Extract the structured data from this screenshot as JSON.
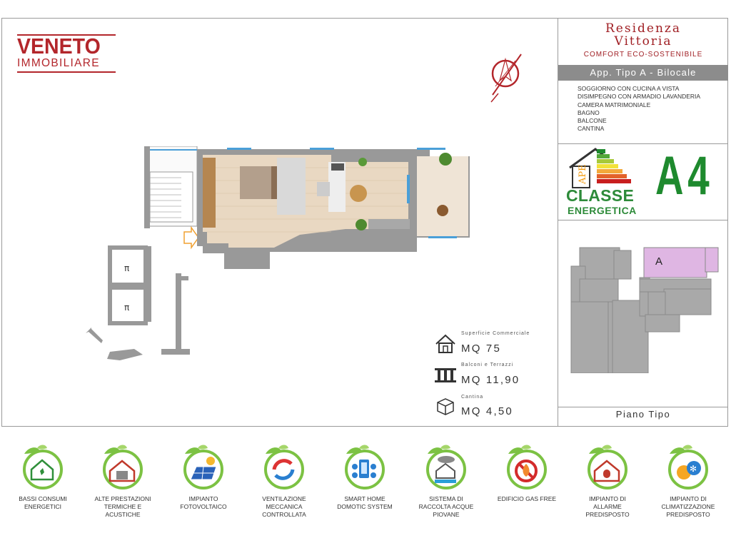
{
  "brand": {
    "line1": "VENETO",
    "line2": "IMMOBILIARE"
  },
  "residence": {
    "name_line1": "Residenza",
    "name_line2": "Vittoria",
    "tagline": "COMFORT ECO-SOSTENIBILE",
    "apartment": "App. Tipo A - Bilocale",
    "rooms": [
      "SOGGIORNO CON CUCINA A VISTA",
      "DISIMPEGNO CON ARMADIO LAVANDERIA",
      "CAMERA MATRIMONIALE",
      "BAGNO",
      "BALCONE",
      "CANTINA"
    ]
  },
  "energy": {
    "ape_label": "APE",
    "word1": "CLASSE",
    "word2": "ENERGETICA",
    "class": "A4",
    "color": "#1e8a2e"
  },
  "key_plan": {
    "unit_label": "A",
    "floor_label": "Piano Tipo",
    "highlight_color": "#dfb6e3"
  },
  "surfaces": [
    {
      "label": "Superficie Commerciale",
      "value": "MQ 75",
      "icon": "house-icon"
    },
    {
      "label": "Balconi e Terrazzi",
      "value": "MQ 11,90",
      "icon": "balustrade-icon"
    },
    {
      "label": "Cantina",
      "value": "MQ 4,50",
      "icon": "box-icon"
    }
  ],
  "features": [
    {
      "icon": "energy-house-icon",
      "lines": [
        "BASSI CONSUMI",
        "ENERGETICI"
      ]
    },
    {
      "icon": "acoustic-house-icon",
      "lines": [
        "ALTE PRESTAZIONI",
        "TERMICHE E",
        "ACUSTICHE"
      ]
    },
    {
      "icon": "solar-panel-icon",
      "lines": [
        "IMPIANTO",
        "FOTOVOLTAICO"
      ]
    },
    {
      "icon": "ventilation-icon",
      "lines": [
        "VENTILAZIONE",
        "MECCANICA",
        "CONTROLLATA"
      ]
    },
    {
      "icon": "smart-home-icon",
      "lines": [
        "SMART HOME",
        "DOMOTIC SYSTEM"
      ]
    },
    {
      "icon": "rainwater-icon",
      "lines": [
        "SISTEMA DI",
        "RACCOLTA ACQUE",
        "PIOVANE"
      ]
    },
    {
      "icon": "gas-free-icon",
      "lines": [
        "EDIFICIO GAS FREE"
      ]
    },
    {
      "icon": "alarm-icon",
      "lines": [
        "IMPIANTO DI",
        "ALLARME",
        "PREDISPOSTO"
      ]
    },
    {
      "icon": "climate-icon",
      "lines": [
        "IMPIANTO DI",
        "CLIMATIZZAZIONE",
        "PREDISPOSTO"
      ]
    }
  ],
  "colors": {
    "brand_red": "#b3262b",
    "leaf_green": "#7cc243",
    "panel_grey": "#8c8c8c"
  }
}
